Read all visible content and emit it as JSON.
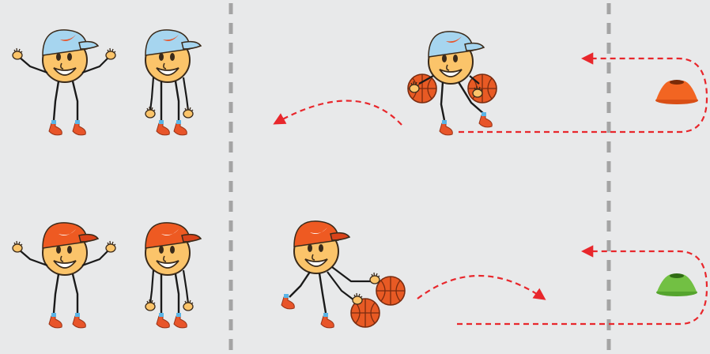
{
  "colors": {
    "background": "#e8e9ea",
    "lane_line": "#a4a4a4",
    "arrow": "#e8272c",
    "skin": "#fbc46a",
    "cap_blue": "#a6d5ef",
    "cap_orange": "#ee5a22",
    "shoe": "#e8552a",
    "sock": "#5ab4e6",
    "ball": "#e85a24",
    "cone_orange": "#f26522",
    "cone_green": "#72c043"
  },
  "icons": {
    "player": "smiley-player-icon",
    "ball": "basketball-icon",
    "cone": "training-cone-icon",
    "logo": "swoosh-logo-icon"
  },
  "rows": [
    {
      "team": "blue-cap",
      "cone_color": "orange",
      "dribbler_balls": 2
    },
    {
      "team": "orange-cap",
      "cone_color": "green",
      "dribbler_balls": 2
    }
  ]
}
